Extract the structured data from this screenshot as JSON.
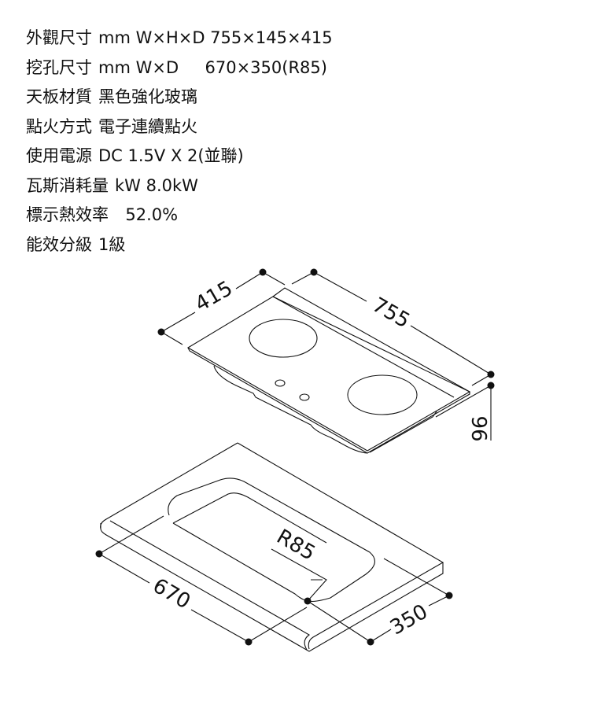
{
  "specs": [
    {
      "label": "外觀尺寸",
      "value": "mm W×H×D 755×145×415"
    },
    {
      "label": "挖孔尺寸",
      "value": "mm W×D     670×350(R85)"
    },
    {
      "label": "天板材質",
      "value": "黑色強化玻璃"
    },
    {
      "label": "點火方式",
      "value": "電子連續點火"
    },
    {
      "label": "使用電源",
      "value": "DC 1.5V X 2(並聯)"
    },
    {
      "label": "瓦斯消耗量",
      "value": "kW 8.0kW"
    },
    {
      "label": "標示熱效率",
      "value": "  52.0%"
    },
    {
      "label": "能效分級",
      "value": "1級"
    }
  ],
  "diagram": {
    "cooktop_depth": "415",
    "cooktop_width": "755",
    "cooktop_height": "96",
    "cutout_radius": "R85",
    "cutout_width": "670",
    "cutout_depth": "350"
  }
}
